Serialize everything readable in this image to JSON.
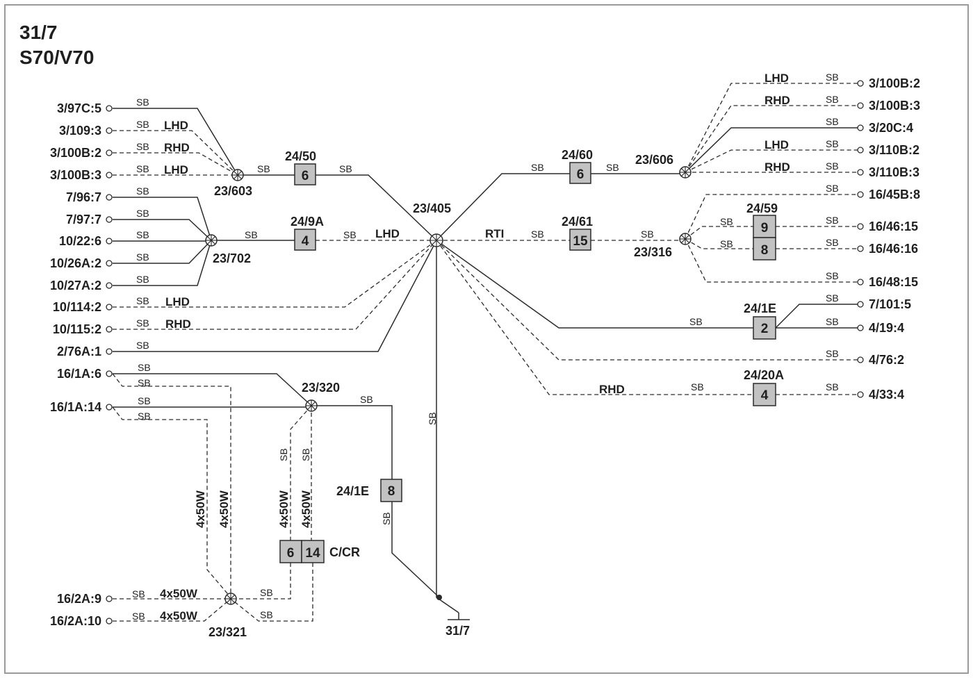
{
  "title": {
    "page": "31/7",
    "model": "S70/V70"
  },
  "wire": {
    "sb": "SB",
    "harness": "4x50W"
  },
  "options": {
    "lhd": "LHD",
    "rhd": "RHD",
    "rti": "RTI"
  },
  "ground": {
    "label": "31/7"
  },
  "splices": {
    "s603": "23/603",
    "s702": "23/702",
    "s405": "23/405",
    "s606": "23/606",
    "s316": "23/316",
    "s320": "23/320",
    "s321": "23/321"
  },
  "fuses": {
    "f2450": {
      "label": "24/50",
      "num": "6"
    },
    "f249a": {
      "label": "24/9A",
      "num": "4"
    },
    "f2460": {
      "label": "24/60",
      "num": "6"
    },
    "f2461": {
      "label": "24/61",
      "num": "15"
    },
    "f2459": {
      "label": "24/59",
      "num_a": "9",
      "num_b": "8"
    },
    "f241e_r": {
      "label": "24/1E",
      "num": "2"
    },
    "f2420a": {
      "label": "24/20A",
      "num": "4"
    },
    "f241e_l": {
      "label": "24/1E",
      "num": "8"
    },
    "ccr": {
      "label": "C/CR",
      "num_a": "6",
      "num_b": "14"
    }
  },
  "connectors_left": [
    "3/97C:5",
    "3/109:3",
    "3/100B:2",
    "3/100B:3",
    "7/96:7",
    "7/97:7",
    "10/22:6",
    "10/26A:2",
    "10/27A:2",
    "10/114:2",
    "10/115:2",
    "2/76A:1",
    "16/1A:6",
    "16/1A:14",
    "16/2A:9",
    "16/2A:10"
  ],
  "connectors_right": [
    "3/100B:2",
    "3/100B:3",
    "3/20C:4",
    "3/110B:2",
    "3/110B:3",
    "16/45B:8",
    "16/46:15",
    "16/46:16",
    "16/48:15",
    "7/101:5",
    "4/19:4",
    "4/76:2",
    "4/33:4"
  ],
  "colors": {
    "line": "#2b2b2b",
    "fuse_box": "#c2c2c2",
    "border": "#9a9a9a",
    "background": "#ffffff"
  }
}
